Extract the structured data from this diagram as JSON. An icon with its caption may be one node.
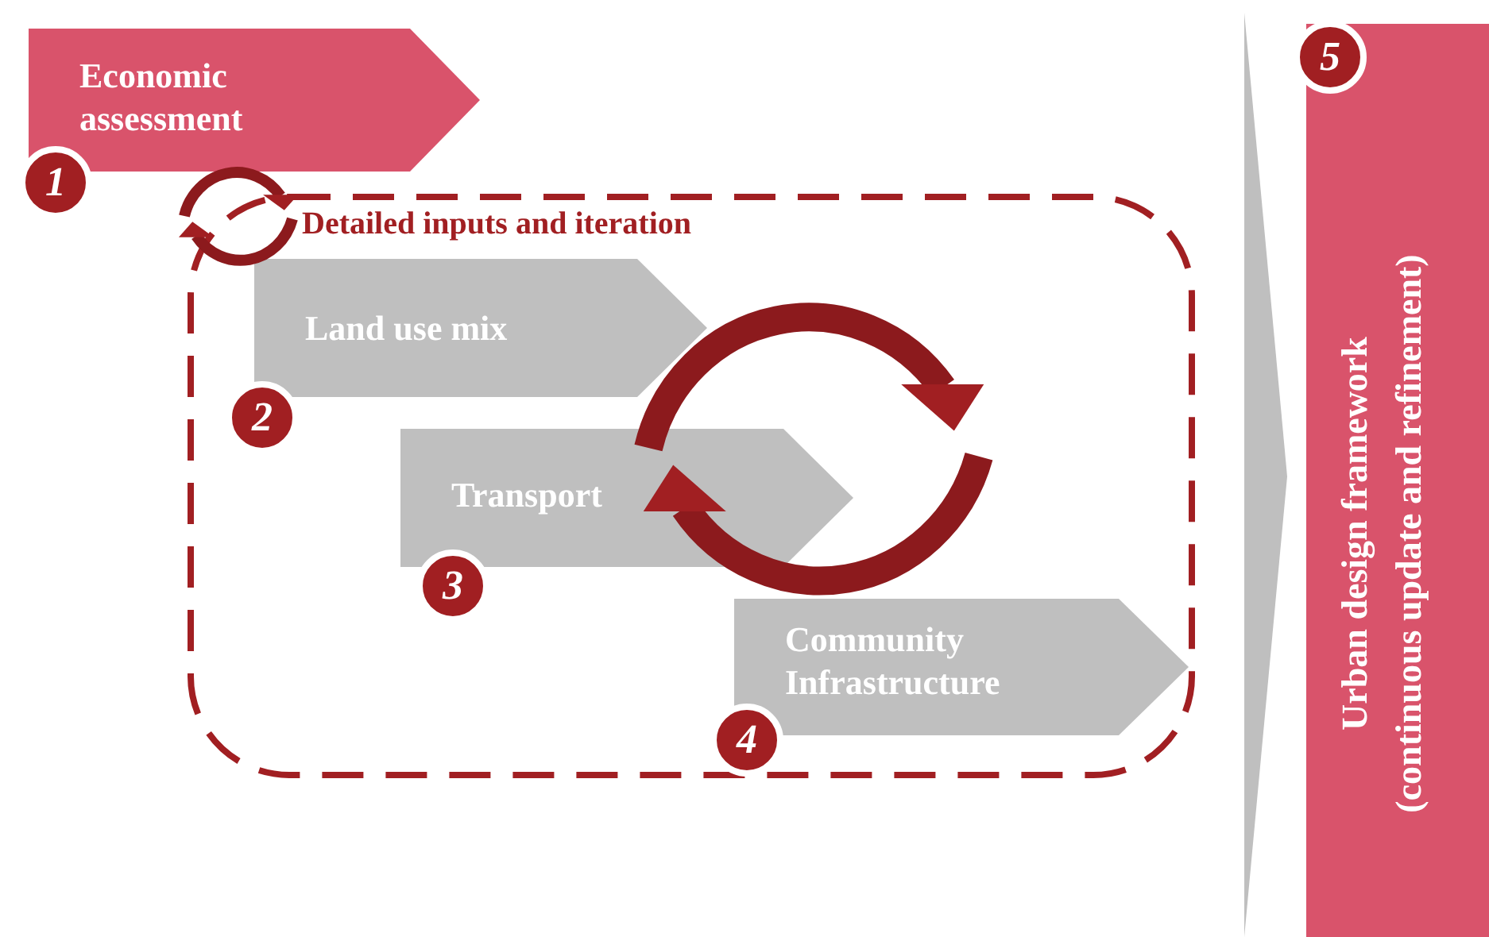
{
  "diagram": {
    "nodes": [
      {
        "text": [
          "Economic assessment"
        ],
        "beside": [
          "1"
        ]
      },
      {
        "text": [
          "Detailed inputs and iteration"
        ]
      },
      {
        "text": [
          "Land use mix"
        ],
        "in": 1,
        "beside": [
          "2"
        ]
      },
      {
        "text": [
          "Transport"
        ],
        "in": 1,
        "beside": [
          "3"
        ]
      },
      {
        "text": [
          "Community Infrastructure"
        ],
        "in": 1,
        "beside": [
          "4"
        ]
      },
      {
        "text": [
          "5",
          "Urban design framework",
          "(continuous update and refinement)"
        ]
      }
    ],
    "edges": [
      {
        "from": 1,
        "to": 5,
        "arrow": "to"
      }
    ]
  }
}
